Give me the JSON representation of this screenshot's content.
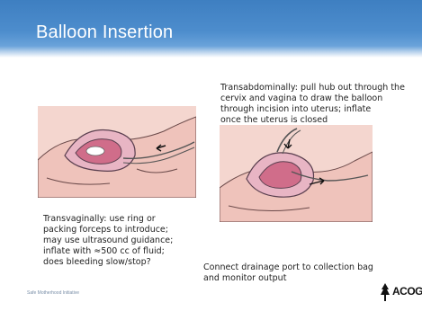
{
  "slide": {
    "title": "Balloon Insertion",
    "text_top_right": "Transabdominally: pull hub out through the\ncervix and vagina to draw the balloon\nthrough incision into uterus; inflate\nonce the uterus is closed",
    "text_bottom_left": "Transvaginally:  use ring or\npacking forceps to introduce;\nmay use ultrasound guidance;\ninflate with ≈500 cc of fluid;\ndoes bleeding slow/stop?",
    "text_bottom_right": "Connect drainage port to collection bag\nand monitor output",
    "footer_left": "Safe Motherhood Initiative",
    "logo_text": "ACOG"
  }
}
